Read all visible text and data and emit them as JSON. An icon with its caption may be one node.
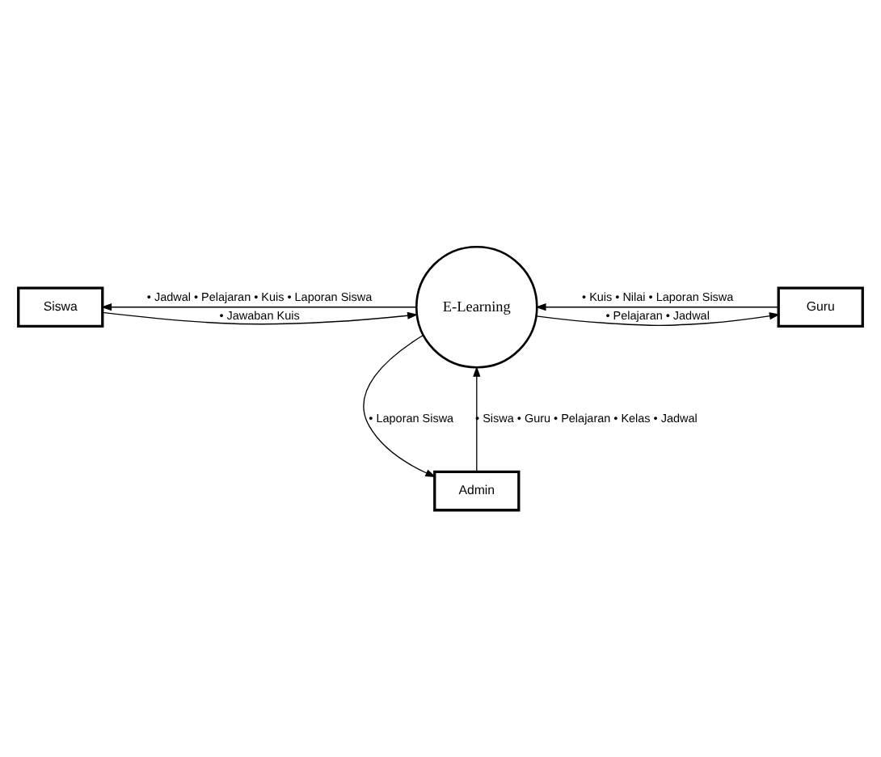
{
  "diagram": {
    "nodes": [
      {
        "text": [
          "Siswa"
        ]
      },
      {
        "text": [
          "E-Learning"
        ]
      },
      {
        "text": [
          "Guru"
        ]
      },
      {
        "text": [
          "Admin"
        ]
      }
    ],
    "edges": [
      {
        "from": 1,
        "to": 0,
        "arrow": "to",
        "label": "• Jadwal • Pelajaran • Kuis • Laporan Siswa"
      },
      {
        "from": 0,
        "to": 1,
        "arrow": "to",
        "label": "• Jawaban Kuis"
      },
      {
        "from": 2,
        "to": 1,
        "arrow": "to",
        "label": "• Kuis • Nilai • Laporan Siswa"
      },
      {
        "from": 1,
        "to": 2,
        "arrow": "to",
        "label": "• Pelajaran • Jadwal"
      },
      {
        "from": 1,
        "to": 3,
        "arrow": "to",
        "label": "• Laporan Siswa"
      },
      {
        "from": 3,
        "to": 1,
        "arrow": "to",
        "label": "• Siswa • Guru • Pelajaran • Kelas • Jadwal"
      }
    ]
  }
}
